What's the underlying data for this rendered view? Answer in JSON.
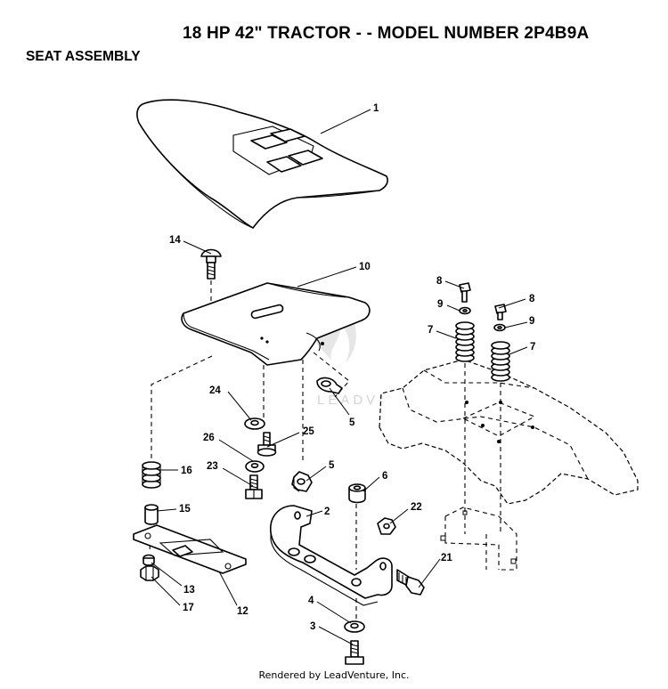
{
  "header": {
    "title": "18 HP 42\" TRACTOR - - MODEL NUMBER 2P4B9A",
    "subtitle": "SEAT ASSEMBLY"
  },
  "watermark": "LEADVENTURE",
  "footer": "Rendered by LeadVenture, Inc.",
  "callouts": [
    {
      "id": "c1",
      "label": "1",
      "part": "seat"
    },
    {
      "id": "c14",
      "label": "14",
      "part": "carriage bolt"
    },
    {
      "id": "c10",
      "label": "10",
      "part": "seat pan"
    },
    {
      "id": "c8a",
      "label": "8",
      "part": "screw"
    },
    {
      "id": "c8b",
      "label": "8",
      "part": "screw"
    },
    {
      "id": "c9a",
      "label": "9",
      "part": "washer"
    },
    {
      "id": "c9b",
      "label": "9",
      "part": "washer"
    },
    {
      "id": "c7a",
      "label": "7",
      "part": "spring"
    },
    {
      "id": "c7b",
      "label": "7",
      "part": "spring"
    },
    {
      "id": "c24",
      "label": "24",
      "part": "washer"
    },
    {
      "id": "c5a",
      "label": "5",
      "part": "clip"
    },
    {
      "id": "c26",
      "label": "26",
      "part": "washer"
    },
    {
      "id": "c25",
      "label": "25",
      "part": "bolt"
    },
    {
      "id": "c16",
      "label": "16",
      "part": "spring"
    },
    {
      "id": "c23",
      "label": "23",
      "part": "bolt"
    },
    {
      "id": "c5b",
      "label": "5",
      "part": "clip"
    },
    {
      "id": "c6",
      "label": "6",
      "part": "bushing"
    },
    {
      "id": "c15",
      "label": "15",
      "part": "spacer"
    },
    {
      "id": "c2",
      "label": "2",
      "part": "bracket"
    },
    {
      "id": "c22",
      "label": "22",
      "part": "nut"
    },
    {
      "id": "c21",
      "label": "21",
      "part": "bolt"
    },
    {
      "id": "c13",
      "label": "13",
      "part": "washer"
    },
    {
      "id": "c12",
      "label": "12",
      "part": "plate"
    },
    {
      "id": "c17",
      "label": "17",
      "part": "nut"
    },
    {
      "id": "c4",
      "label": "4",
      "part": "washer"
    },
    {
      "id": "c3",
      "label": "3",
      "part": "bolt"
    }
  ]
}
